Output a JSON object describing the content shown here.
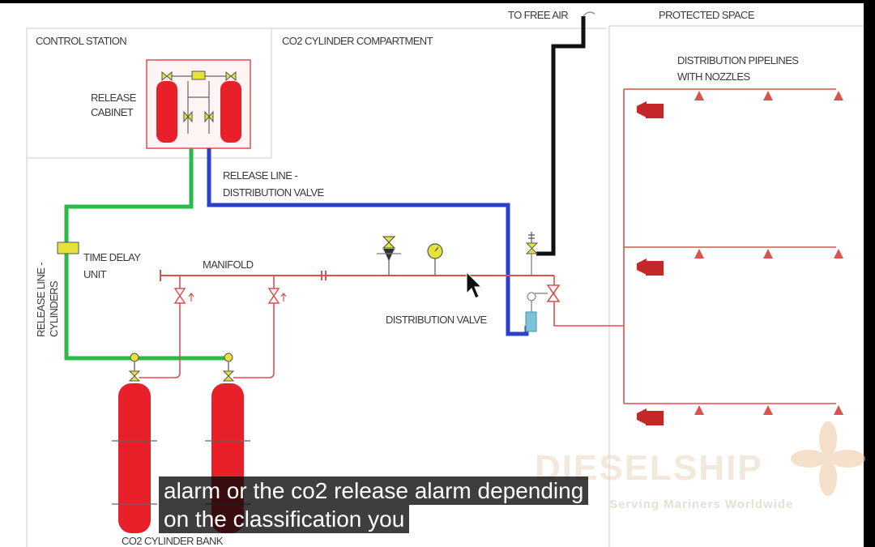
{
  "labels": {
    "to_free_air": "TO FREE AIR",
    "protected_space": "PROTECTED SPACE",
    "control_station": "CONTROL STATION",
    "co2_compartment": "CO2 CYLINDER COMPARTMENT",
    "distribution_pipelines": [
      "DISTRIBUTION PIPELINES",
      "WITH NOZZLES"
    ],
    "release_cabinet": [
      "RELEASE",
      "CABINET"
    ],
    "release_line_distribution": [
      "RELEASE LINE -",
      "DISTRIBUTION VALVE"
    ],
    "time_delay_unit": [
      "TIME DELAY",
      "UNIT"
    ],
    "manifold": "MANIFOLD",
    "distribution_valve": "DISTRIBUTION VALVE",
    "release_line_cylinders": [
      "RELEASE LINE -",
      "CYLINDERS"
    ],
    "co2_cylinder_bank": "CO2 CYLINDER BANK"
  },
  "watermark": {
    "brand": "DIESELSHIP",
    "tagline": "Serving Mariners Worldwide"
  },
  "captions": [
    "alarm or the co2 release alarm depending",
    "on the classification you"
  ],
  "colors": {
    "pipe_red": "#d9534f",
    "cylinder_red": "#e8202a",
    "release_green": "#2db84a",
    "release_blue": "#2b3fd1",
    "vent_black": "#111111",
    "valve_yellow": "#e6e23a",
    "background": "#ffffff"
  }
}
